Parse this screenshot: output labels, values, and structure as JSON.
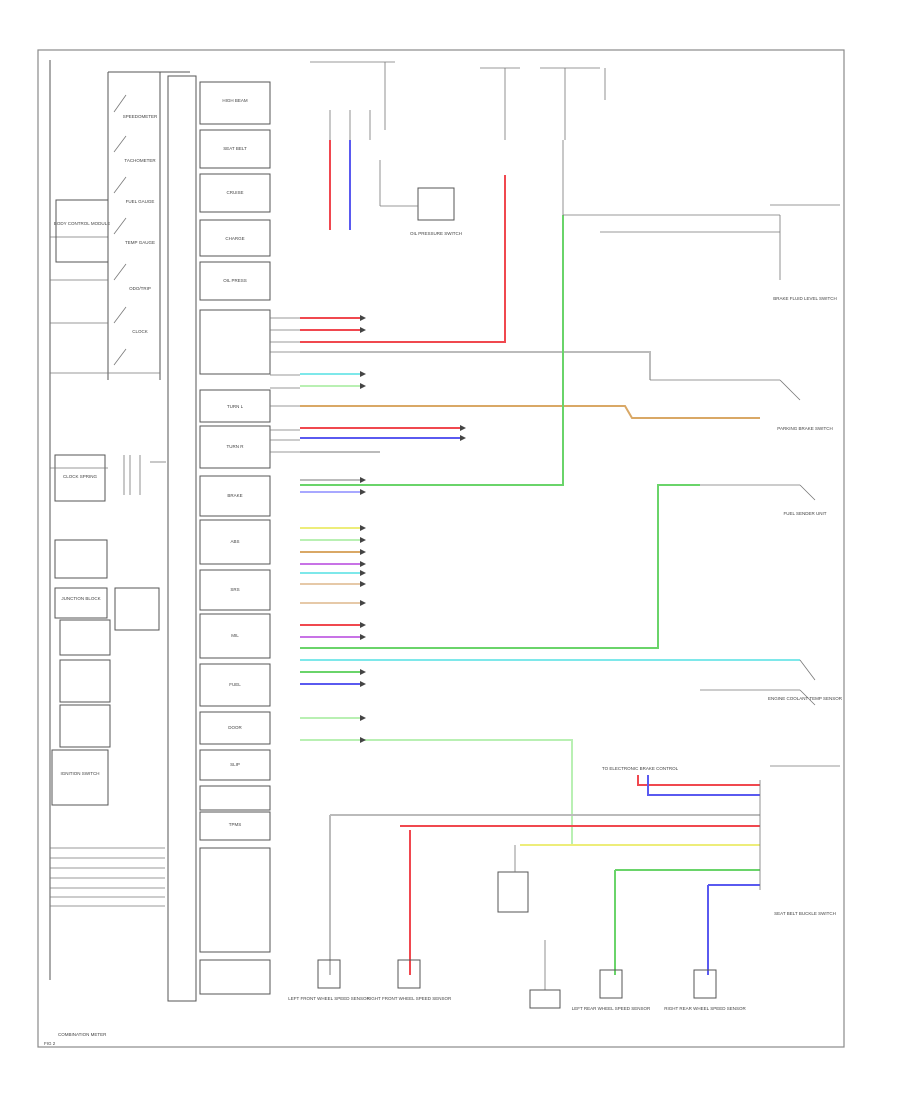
{
  "diagram": {
    "title": "",
    "footer_label": "COMBINATION METER",
    "corner_label": "FIG 2",
    "connector_caption": "TO ELECTRONIC BRAKE CONTROL"
  },
  "meter_indicators": [
    "HIGH BEAM",
    "SEAT BELT",
    "CRUISE",
    "CHARGE",
    "OIL PRESS",
    "TURN L",
    "TURN R",
    "BRAKE",
    "ABS",
    "SRS",
    "MIL",
    "FUEL",
    "DOOR",
    "SLIP",
    "TPMS"
  ],
  "meter_gauges": [
    "SPEEDOMETER",
    "TACHOMETER",
    "FUEL GAUGE",
    "TEMP GAUGE",
    "ODO/TRIP",
    "CLOCK"
  ],
  "left_modules": [
    "BODY CONTROL MODULE",
    "CLOCK SPRING",
    "JUNCTION BLOCK",
    "IGNITION SWITCH"
  ],
  "right_components": [
    "BRAKE FLUID LEVEL SWITCH",
    "PARKING BRAKE SWITCH",
    "FUEL SENDER UNIT",
    "ENGINE COOLANT TEMP SENSOR",
    "OIL PRESSURE SWITCH",
    "SEAT BELT BUCKLE SWITCH",
    "LEFT FRONT WHEEL SPEED SENSOR",
    "RIGHT FRONT WHEEL SPEED SENSOR",
    "LEFT REAR WHEEL SPEED SENSOR",
    "RIGHT REAR WHEEL SPEED SENSOR"
  ],
  "colors": {
    "red": "#f0484f",
    "pink": "#f5a6ab",
    "blue": "#5a5af0",
    "light_blue": "#a8a8ff",
    "green": "#6ad46a",
    "light_green": "#b9f0b3",
    "cyan": "#7ee8ea",
    "yellow": "#eded7a",
    "orange": "#d9a866",
    "purple": "#c873e6",
    "gray": "#bbbbbb",
    "tan": "#e6c9a8"
  }
}
